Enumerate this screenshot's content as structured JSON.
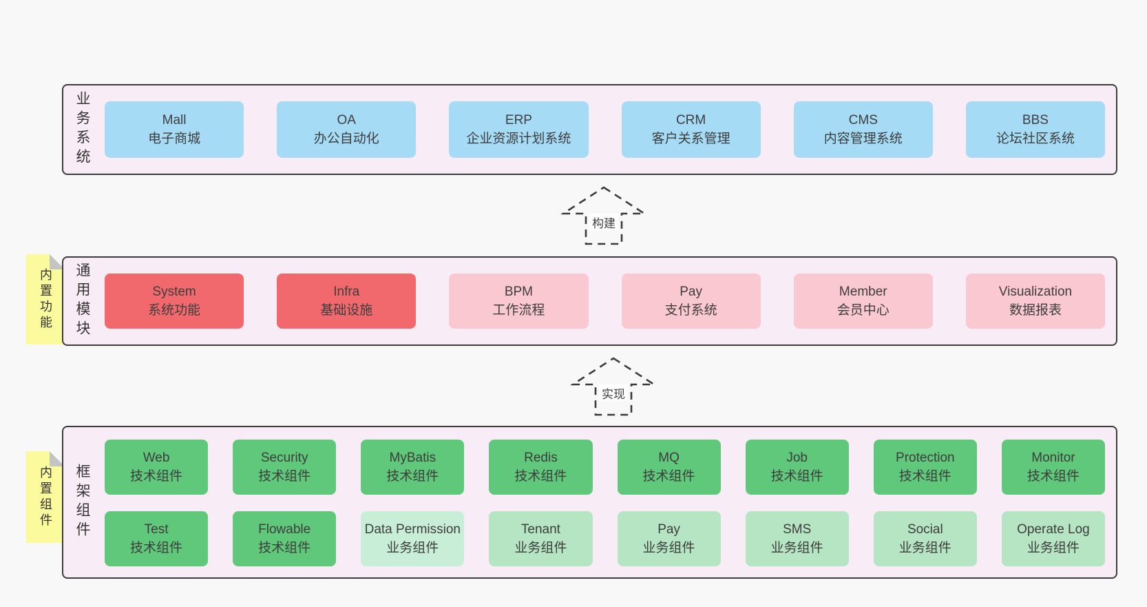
{
  "layers": {
    "business": {
      "label": "业务系统",
      "items": [
        {
          "name": "Mall",
          "desc": "电子商城"
        },
        {
          "name": "OA",
          "desc": "办公自动化"
        },
        {
          "name": "ERP",
          "desc": "企业资源计划系统"
        },
        {
          "name": "CRM",
          "desc": "客户关系管理"
        },
        {
          "name": "CMS",
          "desc": "内容管理系统"
        },
        {
          "name": "BBS",
          "desc": "论坛社区系统"
        }
      ]
    },
    "modules": {
      "label": "通用模块",
      "note": "内置功能",
      "items": [
        {
          "name": "System",
          "desc": "系统功能"
        },
        {
          "name": "Infra",
          "desc": "基础设施"
        },
        {
          "name": "BPM",
          "desc": "工作流程"
        },
        {
          "name": "Pay",
          "desc": "支付系统"
        },
        {
          "name": "Member",
          "desc": "会员中心"
        },
        {
          "name": "Visualization",
          "desc": "数据报表"
        }
      ]
    },
    "framework": {
      "label": "框架组件",
      "note": "内置组件",
      "row1": [
        {
          "name": "Web",
          "desc": "技术组件"
        },
        {
          "name": "Security",
          "desc": "技术组件"
        },
        {
          "name": "MyBatis",
          "desc": "技术组件"
        },
        {
          "name": "Redis",
          "desc": "技术组件"
        },
        {
          "name": "MQ",
          "desc": "技术组件"
        },
        {
          "name": "Job",
          "desc": "技术组件"
        },
        {
          "name": "Protection",
          "desc": "技术组件"
        },
        {
          "name": "Monitor",
          "desc": "技术组件"
        }
      ],
      "row2": [
        {
          "name": "Test",
          "desc": "技术组件"
        },
        {
          "name": "Flowable",
          "desc": "技术组件"
        },
        {
          "name": "Data Permission",
          "desc": "业务组件"
        },
        {
          "name": "Tenant",
          "desc": "业务组件"
        },
        {
          "name": "Pay",
          "desc": "业务组件"
        },
        {
          "name": "SMS",
          "desc": "业务组件"
        },
        {
          "name": "Social",
          "desc": "业务组件"
        },
        {
          "name": "Operate Log",
          "desc": "业务组件"
        }
      ]
    },
    "arrows": [
      {
        "label": "构建"
      },
      {
        "label": "实现"
      }
    ]
  },
  "colors": {
    "page_bg": "#f8f8f8",
    "panel_bg": "#f8edf6",
    "panel_border": "#3b3b3b",
    "business_box": "#a6dbf5",
    "core_module_box": "#f1696c",
    "module_box": "#f9c8d0",
    "tech_component_box": "#5fc87a",
    "biz_component_box": "#b5e5c3",
    "data_permission_box": "#c9eed7",
    "note_yellow": "#fbfa9d",
    "note_fold": "#c4c4c4",
    "text": "#3d3d3d"
  }
}
